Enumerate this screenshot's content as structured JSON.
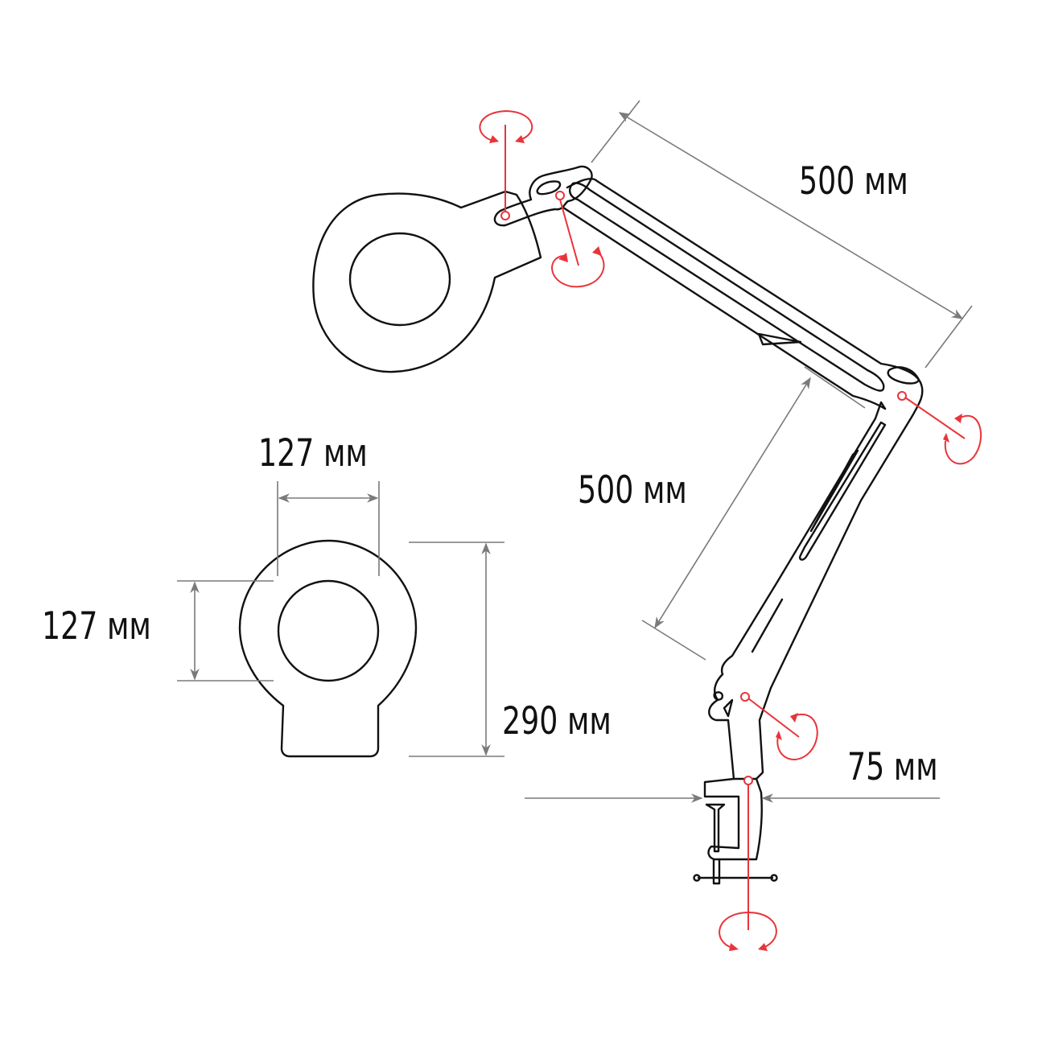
{
  "diagram": {
    "subject": "desk magnifier lamp with clamp",
    "colors": {
      "outline": "#111111",
      "dimension_line": "#7a7a7a",
      "rotation_indicator": "#e8343a",
      "background": "#ffffff"
    },
    "dimensions": {
      "upper_arm_length": "500 мм",
      "lower_arm_length": "500 мм",
      "lens_width": "127 мм",
      "lens_height": "127 мм",
      "head_height": "290 мм",
      "clamp_width": "75 мм"
    },
    "rotation_points": [
      {
        "name": "head-vertical-axis"
      },
      {
        "name": "head-tilt-joint"
      },
      {
        "name": "elbow-joint"
      },
      {
        "name": "lower-arm-base-joint"
      },
      {
        "name": "base-swivel"
      }
    ]
  }
}
